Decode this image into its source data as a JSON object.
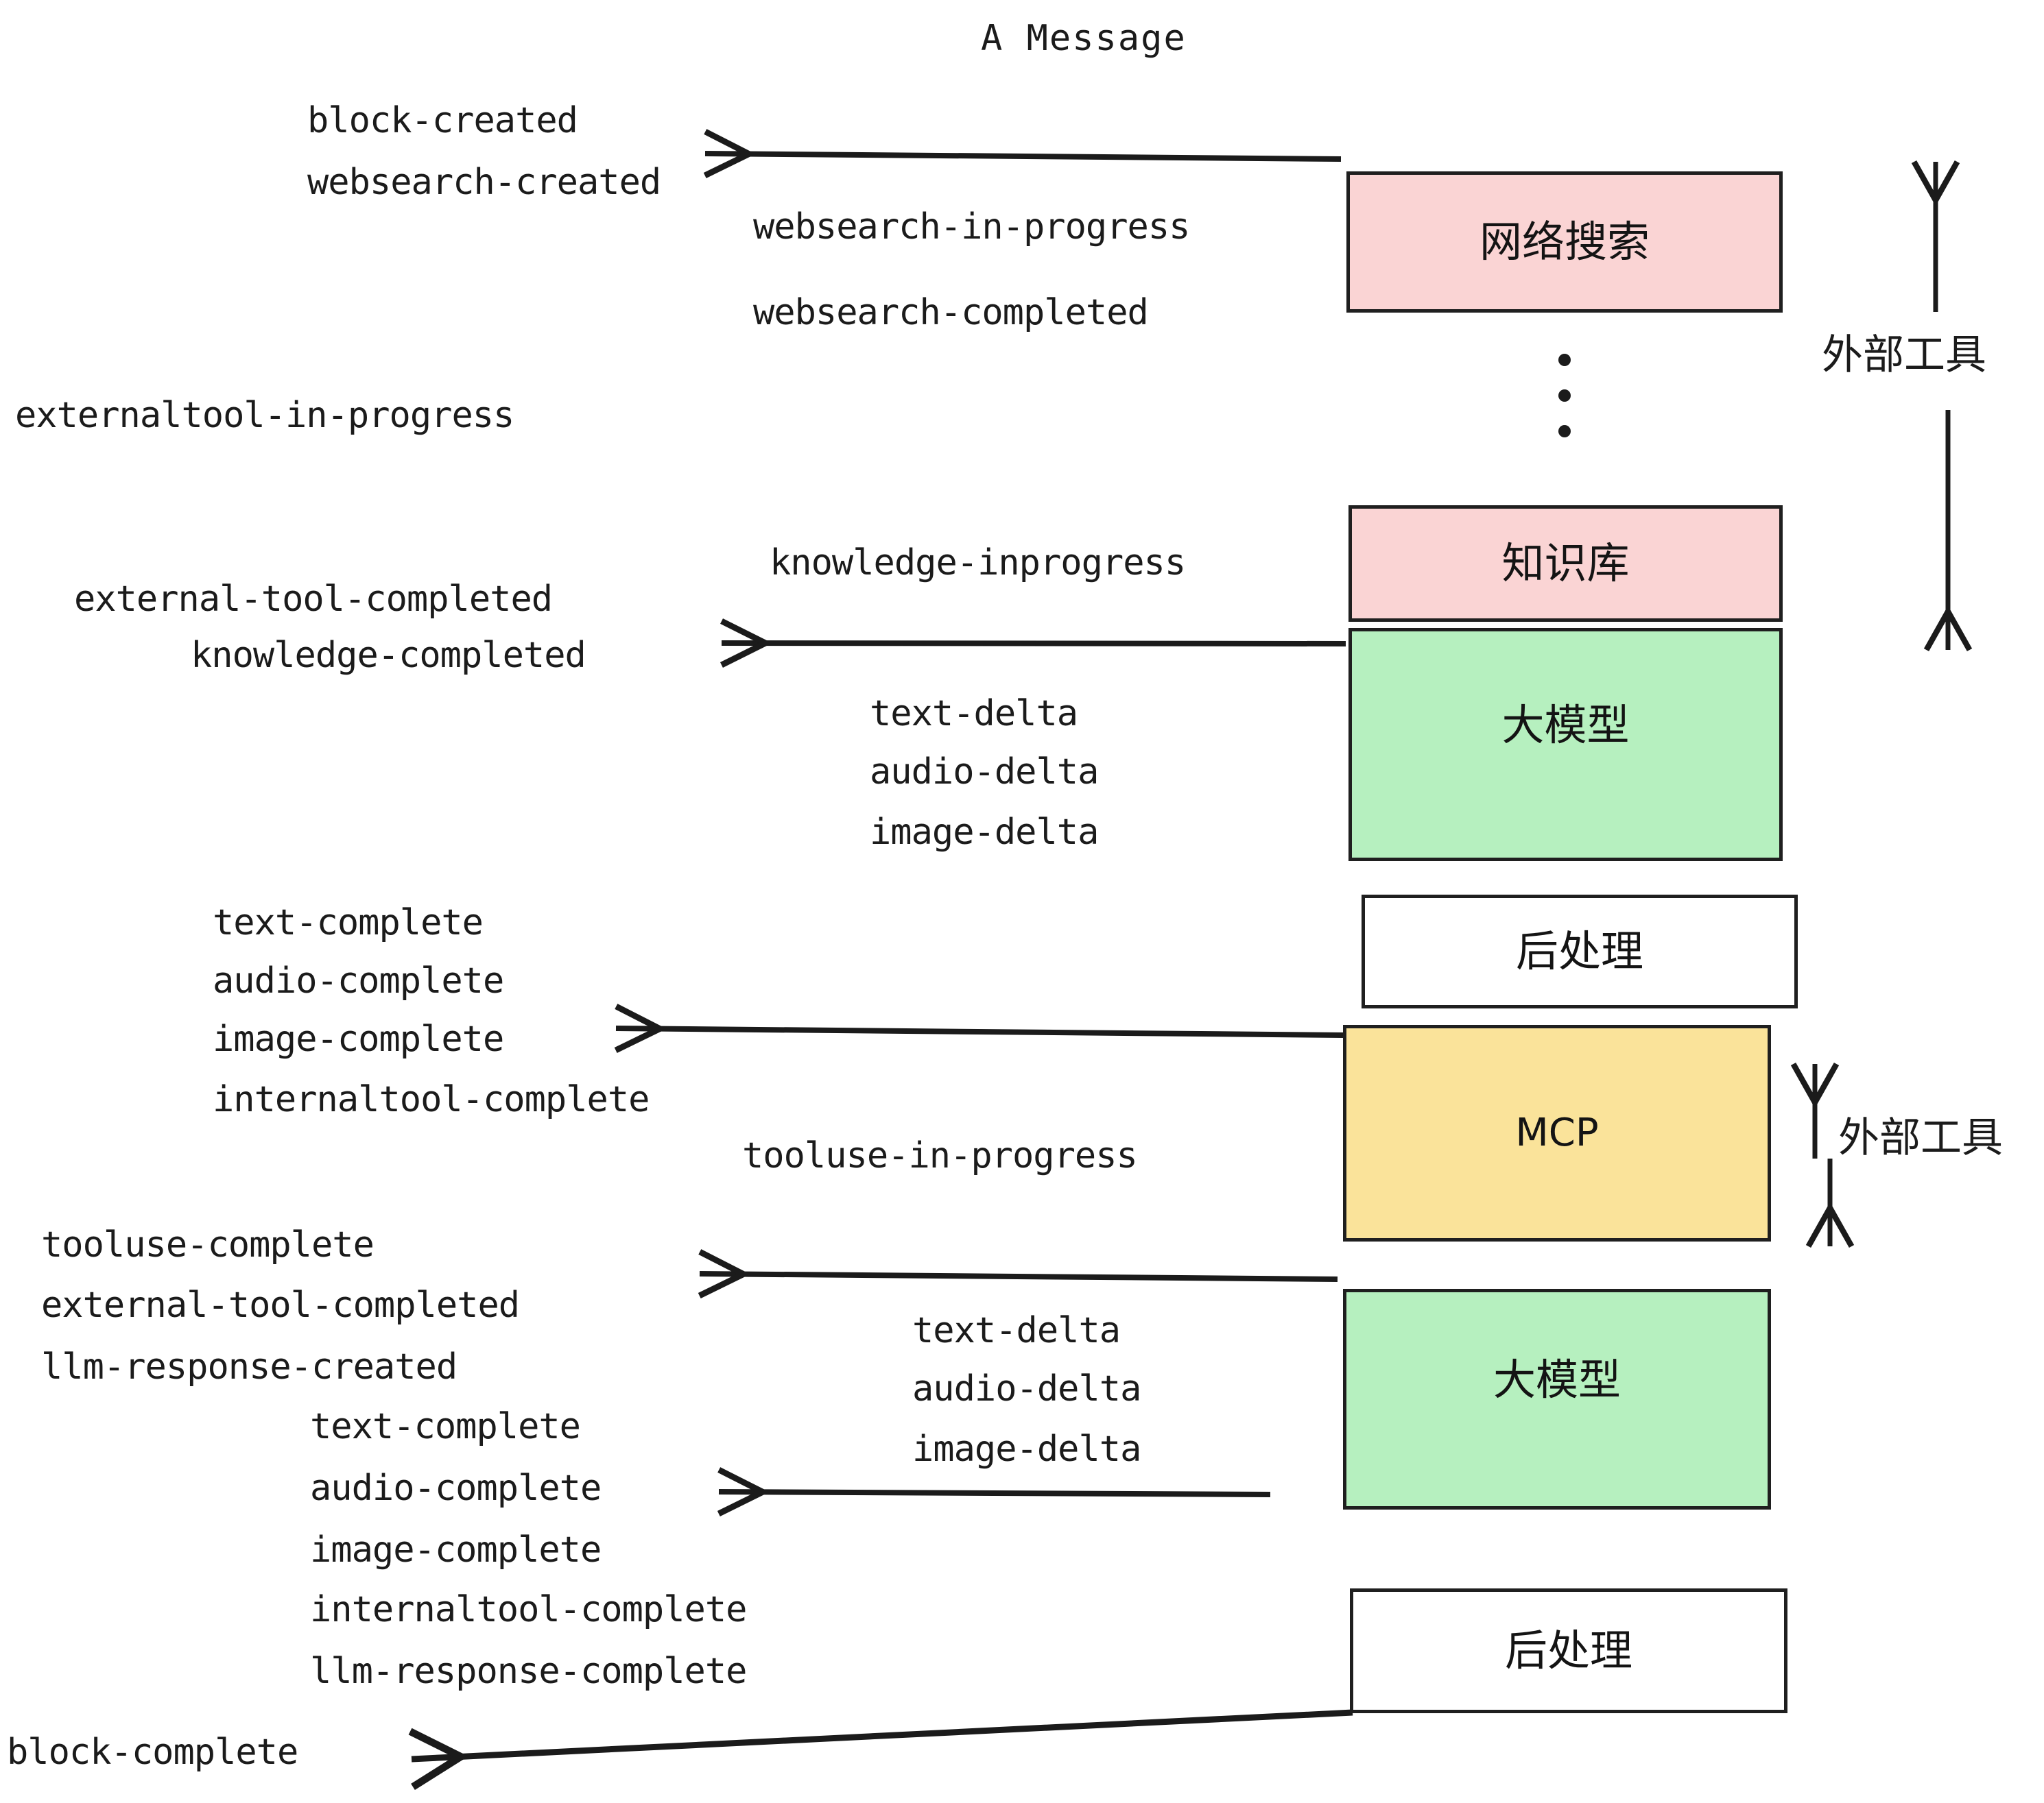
{
  "diagram": {
    "title": "A Message",
    "colors": {
      "external_tool_fill": "#fad4d4",
      "llm_fill": "#b6f0bf",
      "mcp_fill": "#fae39a",
      "postprocess_fill": "#ffffff",
      "stroke": "#1f1f1f",
      "text": "#1b1b1b"
    },
    "boxes": [
      {
        "id": "websearch",
        "label": "网络搜索",
        "kind": "external-tool"
      },
      {
        "id": "knowledge",
        "label": "知识库",
        "kind": "external-tool"
      },
      {
        "id": "llm-1",
        "label": "大模型",
        "kind": "llm"
      },
      {
        "id": "postprocess-1",
        "label": "后处理",
        "kind": "postprocess"
      },
      {
        "id": "mcp",
        "label": "MCP",
        "kind": "mcp"
      },
      {
        "id": "llm-2",
        "label": "大模型",
        "kind": "llm"
      },
      {
        "id": "postprocess-2",
        "label": "后处理",
        "kind": "postprocess"
      }
    ],
    "side_annotations": [
      {
        "id": "external-tool-top",
        "label": "外部工具"
      },
      {
        "id": "external-tool-bottom",
        "label": "外部工具"
      }
    ],
    "events": [
      {
        "id": "block-created",
        "label": "block-created"
      },
      {
        "id": "websearch-created",
        "label": "websearch-created"
      },
      {
        "id": "websearch-in-progress",
        "label": "websearch-in-progress"
      },
      {
        "id": "websearch-completed",
        "label": "websearch-completed"
      },
      {
        "id": "externaltool-in-progress",
        "label": "externaltool-in-progress"
      },
      {
        "id": "knowledge-inprogress",
        "label": "knowledge-inprogress"
      },
      {
        "id": "external-tool-completed-1",
        "label": "external-tool-completed"
      },
      {
        "id": "knowledge-completed",
        "label": "knowledge-completed"
      },
      {
        "id": "text-delta-1",
        "label": "text-delta"
      },
      {
        "id": "audio-delta-1",
        "label": "audio-delta"
      },
      {
        "id": "image-delta-1",
        "label": "image-delta"
      },
      {
        "id": "text-complete-1",
        "label": "text-complete"
      },
      {
        "id": "audio-complete-1",
        "label": "audio-complete"
      },
      {
        "id": "image-complete-1",
        "label": "image-complete"
      },
      {
        "id": "internaltool-complete-1",
        "label": "internaltool-complete"
      },
      {
        "id": "tooluse-in-progress",
        "label": "tooluse-in-progress"
      },
      {
        "id": "tooluse-complete",
        "label": "tooluse-complete"
      },
      {
        "id": "external-tool-completed-2",
        "label": "external-tool-completed"
      },
      {
        "id": "llm-response-created",
        "label": "llm-response-created"
      },
      {
        "id": "text-delta-2",
        "label": "text-delta"
      },
      {
        "id": "audio-delta-2",
        "label": "audio-delta"
      },
      {
        "id": "image-delta-2",
        "label": "image-delta"
      },
      {
        "id": "text-complete-2",
        "label": "text-complete"
      },
      {
        "id": "audio-complete-2",
        "label": "audio-complete"
      },
      {
        "id": "image-complete-2",
        "label": "image-complete"
      },
      {
        "id": "internaltool-complete-2",
        "label": "internaltool-complete"
      },
      {
        "id": "llm-response-complete",
        "label": "llm-response-complete"
      },
      {
        "id": "block-complete",
        "label": "block-complete"
      }
    ]
  }
}
